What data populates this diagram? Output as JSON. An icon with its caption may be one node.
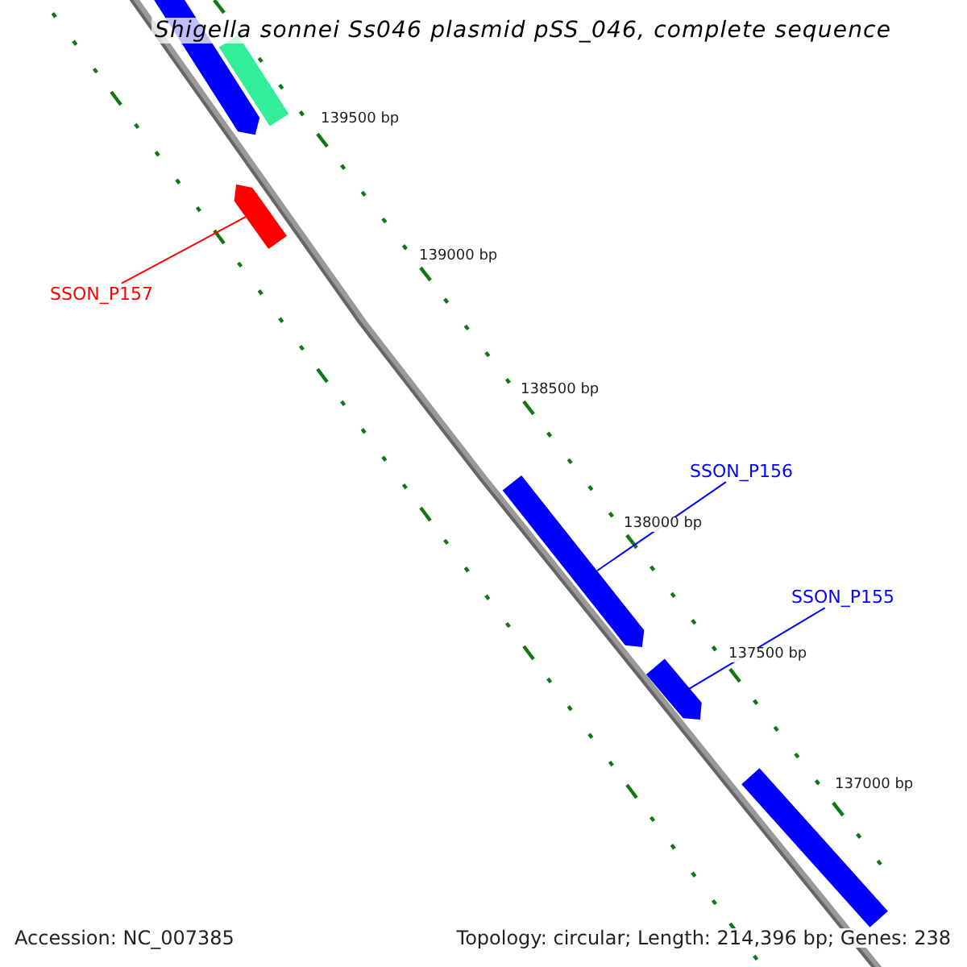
{
  "diagram": {
    "title": "Shigella sonnei Ss046 plasmid pSS_046, complete sequence",
    "nodes": [
      {
        "text": [
          "SSON_P157"
        ]
      },
      {
        "text": [
          "SSON_P156"
        ]
      },
      {
        "text": [
          "SSON_P155"
        ]
      },
      {
        "text": [],
        "shape": "bar"
      },
      {
        "text": [],
        "shape": "bar"
      },
      {
        "text": [],
        "shape": "bar"
      },
      {
        "text": [],
        "shape": "bar"
      },
      {
        "text": [],
        "shape": "bar"
      },
      {
        "text": [],
        "shape": "bar"
      }
    ],
    "edges": [
      {
        "from": 0,
        "to": 5,
        "arrow": "none",
        "color": "#ff0000"
      },
      {
        "from": 1,
        "to": 6,
        "arrow": "none"
      },
      {
        "from": 2,
        "to": 7,
        "arrow": "none"
      }
    ],
    "labels": [
      "139500 bp",
      "139000 bp",
      "138500 bp",
      "138000 bp",
      "137500 bp",
      "137000 bp",
      "Accession: NC_007385",
      "Topology: circular; Length: 214,396 bp; Genes: 238"
    ]
  }
}
